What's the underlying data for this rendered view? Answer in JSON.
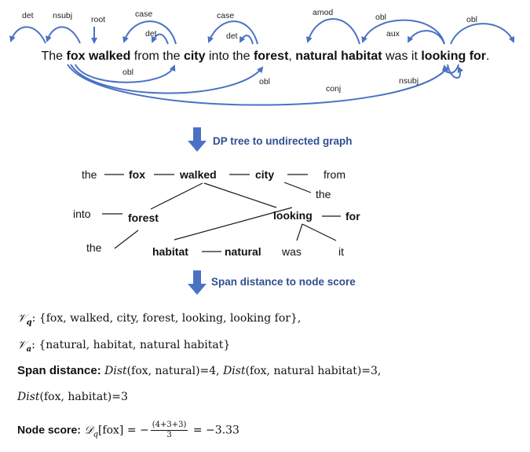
{
  "dependency": {
    "words": [
      "The",
      "fox",
      "walked",
      "from",
      "the",
      "city",
      "into",
      "the",
      "forest",
      ",",
      "natural",
      "habitat",
      "was",
      "it",
      "looking",
      "for",
      "."
    ],
    "arc_labels": {
      "det_the_fox": "det",
      "nsubj": "nsubj",
      "root": "root",
      "case_city": "case",
      "det_city": "det",
      "case_forest": "case",
      "det_forest": "det",
      "amod": "amod",
      "obl_top": "obl",
      "aux": "aux",
      "obl_for": "obl",
      "obl_city": "obl",
      "obl_forest": "obl",
      "conj": "conj",
      "nsubj_it": "nsubj"
    }
  },
  "step1": {
    "label": "DP tree to undirected graph"
  },
  "graph": {
    "nodes": {
      "the1": "the",
      "fox": "fox",
      "walked": "walked",
      "city": "city",
      "from": "from",
      "the2": "the",
      "into": "into",
      "forest": "forest",
      "looking": "looking",
      "for": "for",
      "the3": "the",
      "habitat": "habitat",
      "natural": "natural",
      "was": "was",
      "it": "it"
    }
  },
  "step2": {
    "label": "Span distance to node score"
  },
  "sets": {
    "vq_symbol": "𝒱",
    "vq_sub": "q",
    "vq_text": ": {fox, walked, city, forest, looking, looking for},",
    "va_symbol": "𝒱",
    "va_sub": "a",
    "va_text": ": {natural, habitat, natural habitat}"
  },
  "span": {
    "label": "Span distance:",
    "fn": "Dist",
    "d1_args": "(fox, natural)=4, ",
    "d2_args": "(fox, natural habitat)=3,",
    "d3_args": "(fox, habitat)=3"
  },
  "score": {
    "label": "Node score:",
    "symbol": "𝒟",
    "sub": "q",
    "arg": "[fox] = −",
    "num": "(4+3+3)",
    "den": "3",
    "result": " = −3.33"
  },
  "colors": {
    "arc": "#4a72c4",
    "arrow": "#4a72c4",
    "text": "#111111",
    "step_text": "#2f4f8f"
  }
}
